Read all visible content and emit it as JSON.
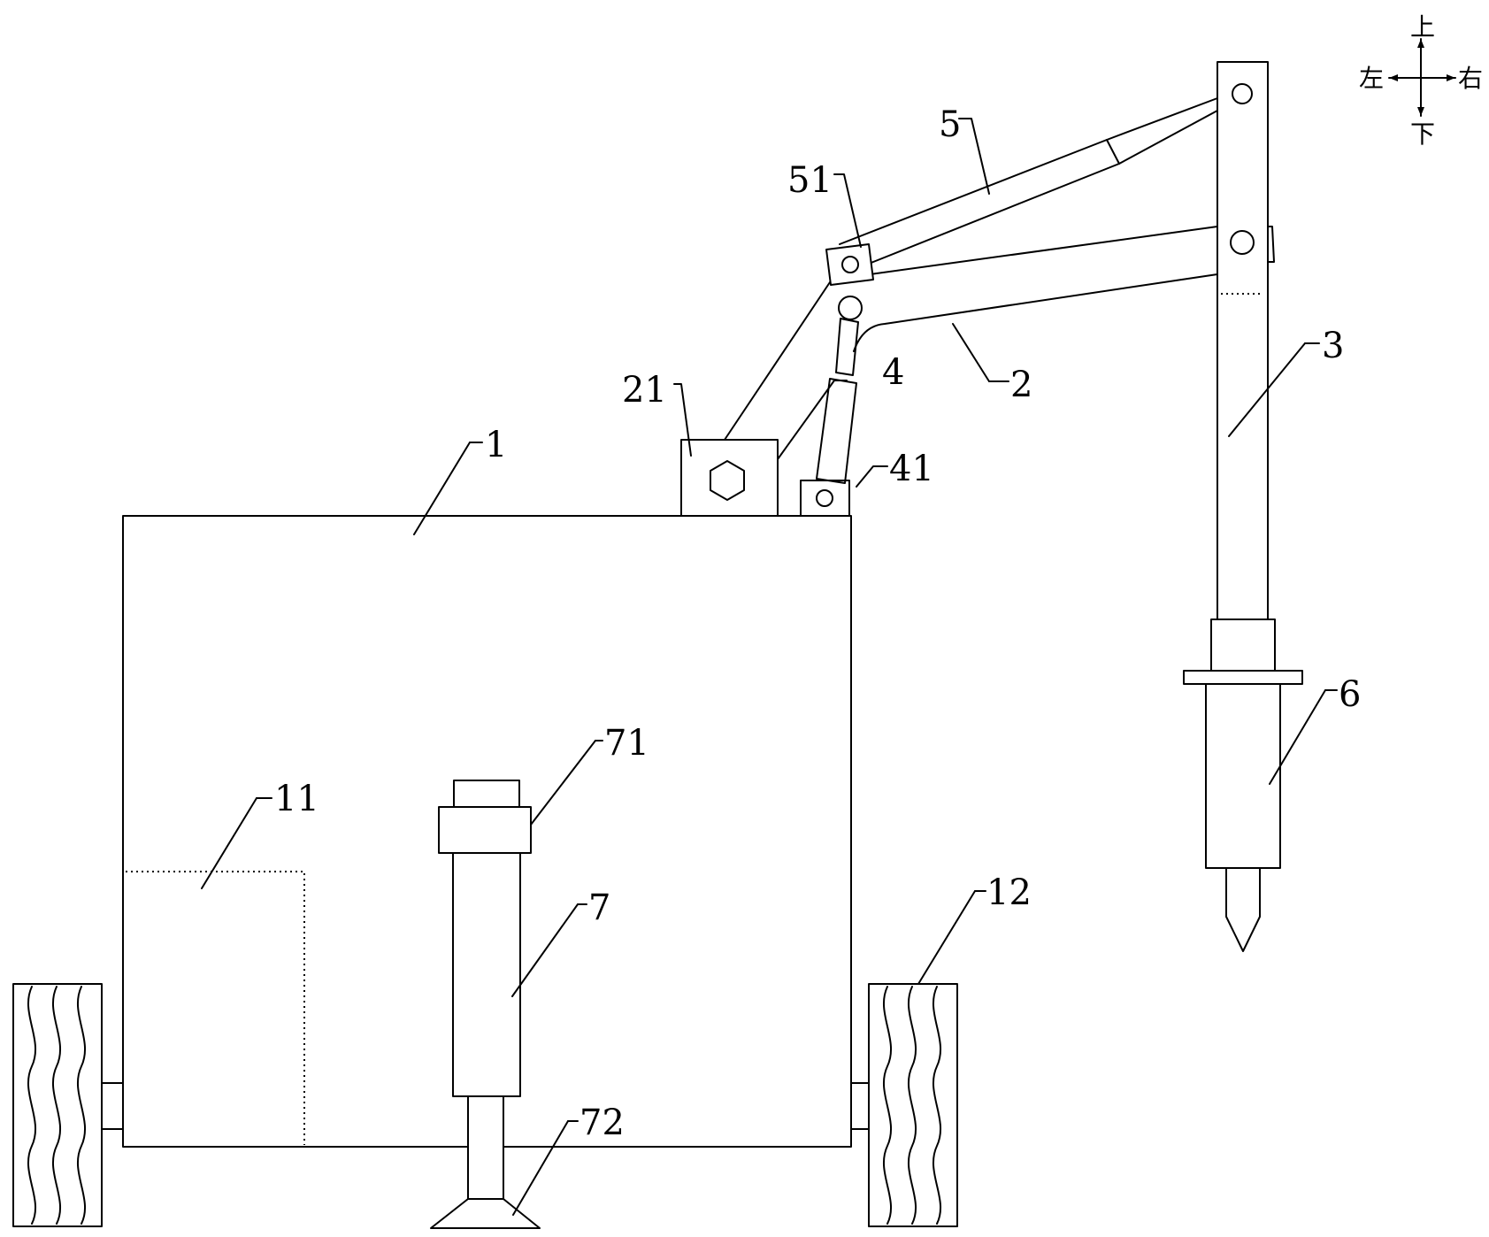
{
  "labels": {
    "body": "1",
    "storage": "11",
    "wheel": "12",
    "arm": "2",
    "arm_mount": "21",
    "column": "3",
    "lift_cylinder": "4",
    "lift_mount": "41",
    "tilt_cylinder": "5",
    "tilt_mount": "51",
    "drill": "6",
    "support_leg": "7",
    "leg_clamp": "71",
    "leg_foot": "72"
  },
  "directions": {
    "up": "上",
    "down": "下",
    "left": "左",
    "right": "右"
  }
}
